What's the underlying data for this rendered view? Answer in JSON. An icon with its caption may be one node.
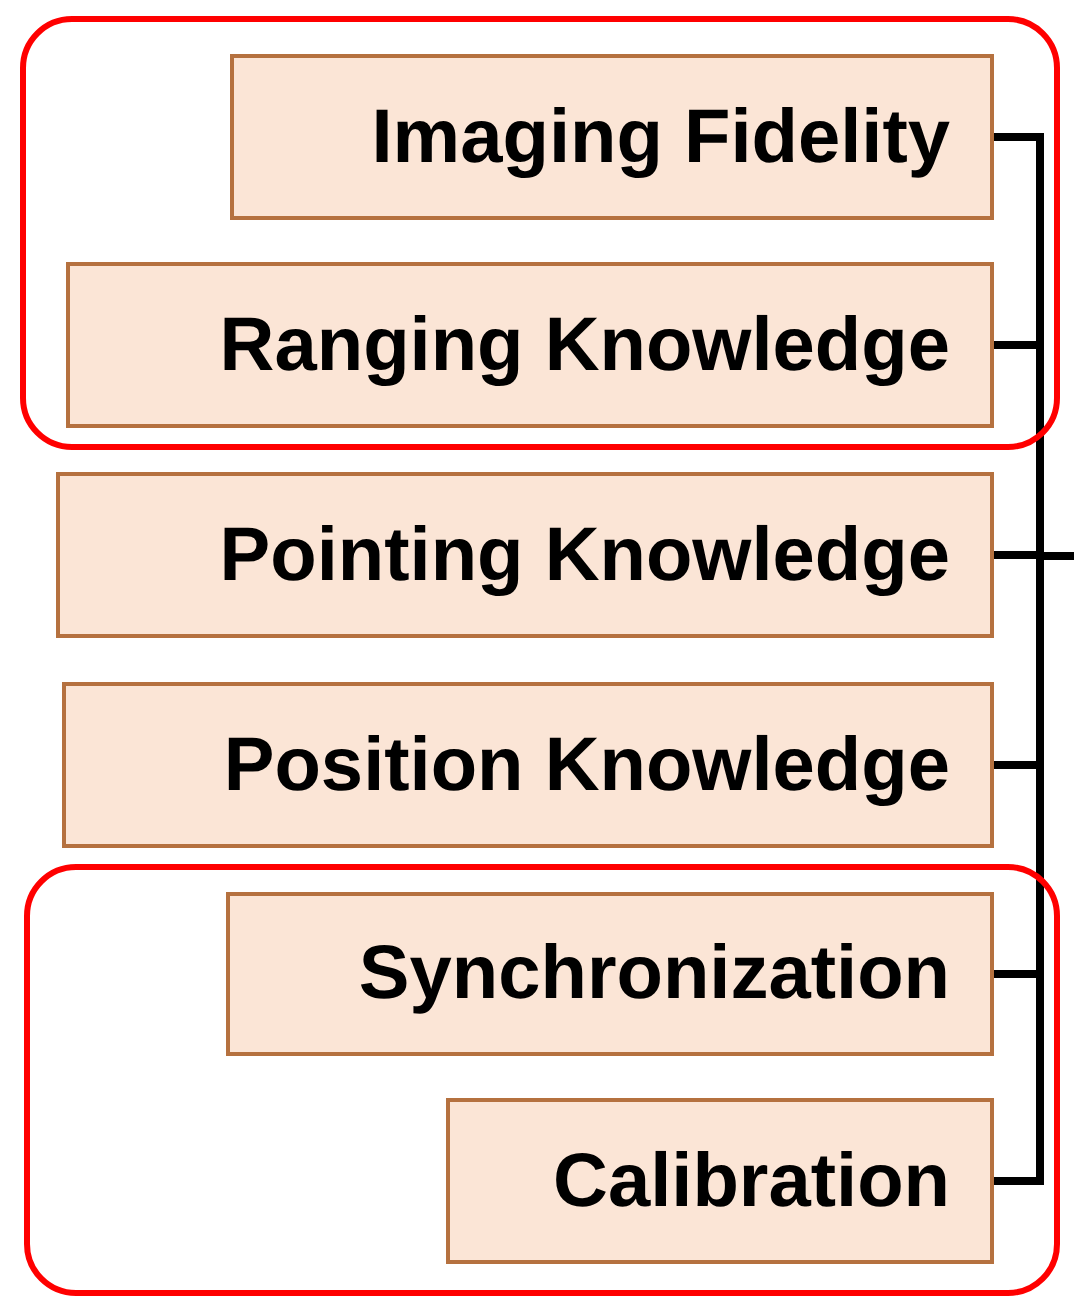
{
  "diagram": {
    "nodes": [
      {
        "text": [],
        "shape": "box"
      },
      {
        "text": [
          "Imaging Fidelity"
        ],
        "in": 0
      },
      {
        "text": [
          "Ranging Knowledge"
        ],
        "in": 0
      },
      {
        "text": [
          "Pointing Knowledge"
        ]
      },
      {
        "text": [
          "Position Knowledge"
        ]
      },
      {
        "text": [],
        "shape": "box"
      },
      {
        "text": [
          "Synchronization"
        ],
        "in": 5
      },
      {
        "text": [
          "Calibration"
        ],
        "in": 5
      }
    ],
    "edges": [
      {
        "from": 1,
        "to": null,
        "arrow": "none"
      },
      {
        "from": 2,
        "to": null,
        "arrow": "none"
      },
      {
        "from": 3,
        "to": null,
        "arrow": "none"
      },
      {
        "from": 4,
        "to": null,
        "arrow": "none"
      },
      {
        "from": 6,
        "to": null,
        "arrow": "none"
      },
      {
        "from": 7,
        "to": null,
        "arrow": "none"
      }
    ]
  }
}
